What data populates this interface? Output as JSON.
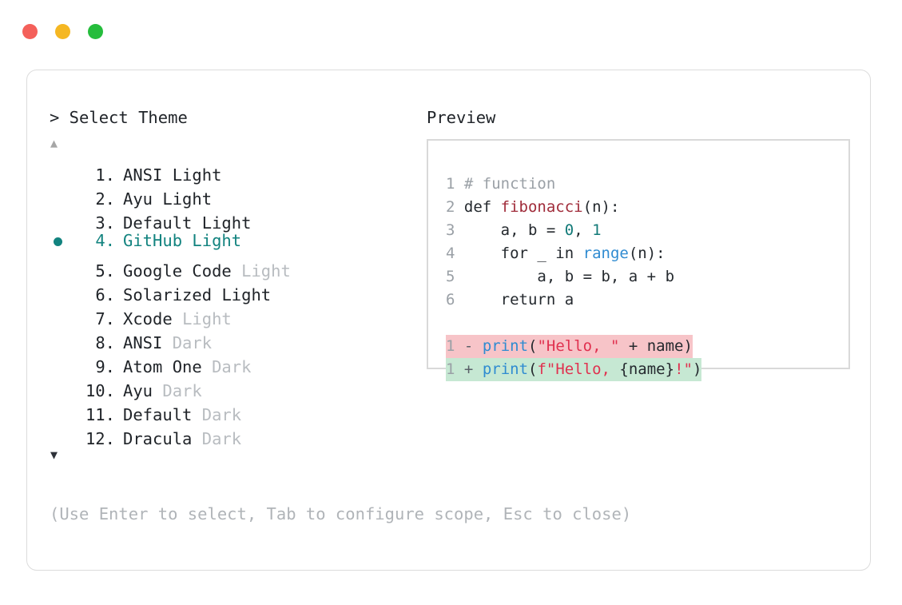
{
  "window": {
    "dots": [
      {
        "name": "close",
        "color": "#f4605a"
      },
      {
        "name": "minimize",
        "color": "#f5b722"
      },
      {
        "name": "maximize",
        "color": "#25bd3c"
      }
    ]
  },
  "prompt": {
    "title": "> Select Theme",
    "scroll_up_icon": "▲",
    "scroll_down_icon": "▼",
    "selected_index": 4,
    "accent_color": "#12837f",
    "muted_color": "#b8bcc0",
    "items": [
      {
        "index": "1.",
        "name": "ANSI",
        "suffix": "Light",
        "suffix_muted": false,
        "selected": false
      },
      {
        "index": "2.",
        "name": "Ayu",
        "suffix": "Light",
        "suffix_muted": false,
        "selected": false
      },
      {
        "index": "3.",
        "name": "Default",
        "suffix": "Light",
        "suffix_muted": false,
        "selected": false
      },
      {
        "index": "4.",
        "name": "GitHub",
        "suffix": "Light",
        "suffix_muted": false,
        "selected": true
      },
      {
        "index": "5.",
        "name": "Google Code",
        "suffix": "Light",
        "suffix_muted": true,
        "selected": false
      },
      {
        "index": "6.",
        "name": "Solarized",
        "suffix": "Light",
        "suffix_muted": false,
        "selected": false
      },
      {
        "index": "7.",
        "name": "Xcode",
        "suffix": "Light",
        "suffix_muted": true,
        "selected": false
      },
      {
        "index": "8.",
        "name": "ANSI",
        "suffix": "Dark",
        "suffix_muted": true,
        "selected": false
      },
      {
        "index": "9.",
        "name": "Atom One",
        "suffix": "Dark",
        "suffix_muted": true,
        "selected": false
      },
      {
        "index": "10.",
        "name": "Ayu",
        "suffix": "Dark",
        "suffix_muted": true,
        "selected": false
      },
      {
        "index": "11.",
        "name": "Default",
        "suffix": "Dark",
        "suffix_muted": true,
        "selected": false
      },
      {
        "index": "12.",
        "name": "Dracula",
        "suffix": "Dark",
        "suffix_muted": true,
        "selected": false
      }
    ],
    "hint": "(Use Enter to select, Tab to configure scope, Esc to close)"
  },
  "preview": {
    "title": "Preview",
    "code_lines": [
      {
        "ln": "1",
        "tokens": [
          {
            "t": "# function",
            "c": "comment"
          }
        ]
      },
      {
        "ln": "2",
        "tokens": [
          {
            "t": "def ",
            "c": "plain"
          },
          {
            "t": "fibonacci",
            "c": "fn"
          },
          {
            "t": "(n):",
            "c": "plain"
          }
        ]
      },
      {
        "ln": "3",
        "tokens": [
          {
            "t": "    a, b = ",
            "c": "plain"
          },
          {
            "t": "0",
            "c": "num"
          },
          {
            "t": ", ",
            "c": "plain"
          },
          {
            "t": "1",
            "c": "num"
          }
        ]
      },
      {
        "ln": "4",
        "tokens": [
          {
            "t": "    for _ in ",
            "c": "plain"
          },
          {
            "t": "range",
            "c": "builtin"
          },
          {
            "t": "(n):",
            "c": "plain"
          }
        ]
      },
      {
        "ln": "5",
        "tokens": [
          {
            "t": "        a, b = b, a + b",
            "c": "plain"
          }
        ]
      },
      {
        "ln": "6",
        "tokens": [
          {
            "t": "    return a",
            "c": "plain"
          }
        ]
      }
    ],
    "diff_lines": [
      {
        "ln": "1",
        "marker": "-",
        "kind": "del",
        "tokens": [
          {
            "t": "print",
            "c": "builtin"
          },
          {
            "t": "(",
            "c": "plain"
          },
          {
            "t": "\"Hello, \"",
            "c": "str"
          },
          {
            "t": " + name)",
            "c": "plain"
          }
        ]
      },
      {
        "ln": "1",
        "marker": "+",
        "kind": "add",
        "tokens": [
          {
            "t": "print",
            "c": "builtin"
          },
          {
            "t": "(",
            "c": "plain"
          },
          {
            "t": "f\"Hello, ",
            "c": "str"
          },
          {
            "t": "{name}",
            "c": "plain"
          },
          {
            "t": "!\"",
            "c": "str"
          },
          {
            "t": ")",
            "c": "plain"
          }
        ]
      }
    ],
    "colors": {
      "diff_del_bg": "#f7c4c8",
      "diff_add_bg": "#c6e8d3",
      "comment": "#9aa0a6",
      "function": "#a02c3a",
      "number": "#127a78",
      "builtin": "#2f8bd1",
      "string": "#e0314f"
    }
  }
}
